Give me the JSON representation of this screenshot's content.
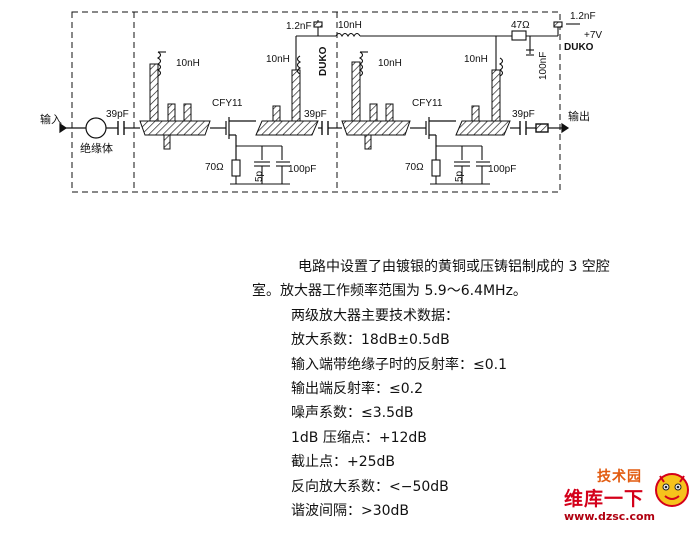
{
  "diagram": {
    "labels": {
      "input": "输入",
      "insulator": "绝缘体",
      "c_in": "39pF",
      "cap_top": "1.2nF",
      "l_top": "10nH",
      "duko_left": "DUKO",
      "l_left1": "10nH",
      "l_left2": "10nH",
      "fet1": "CFY11",
      "c_mid": "39pF",
      "r1": "70Ω",
      "c_small1": "5p",
      "c1": "100pF",
      "l_right1": "10nH",
      "l_right2": "10nH",
      "fet2": "CFY11",
      "c_out": "39pF",
      "output": "输出",
      "r_top": "47Ω",
      "c_top2": "1.2nF",
      "vcc": "+7V",
      "duko_right": "DUKO",
      "c_vert": "100nF",
      "r2": "70Ω",
      "c_small2": "5p",
      "c2": "100pF"
    }
  },
  "description": {
    "intro_1": "电路中设置了由镀银的黄铜或压铸铝制成的 3 空腔",
    "intro_2": "室。放大器工作频率范围为 5.9～6.4MHz。",
    "heading": "两级放大器主要技术数据：",
    "specs": [
      "放大系数：18dB±0.5dB",
      "输入端带绝缘子时的反射率：≤0.1",
      "输出端反射率：≤0.2",
      "噪声系数：≤3.5dB",
      "1dB 压缩点：+12dB",
      "截止点：+25dB",
      "反向放大系数：<−50dB",
      "谐波间隔：>30dB"
    ]
  },
  "watermark": {
    "top": "技术园",
    "main": "维库一下",
    "url": "www.dzsc.com"
  }
}
